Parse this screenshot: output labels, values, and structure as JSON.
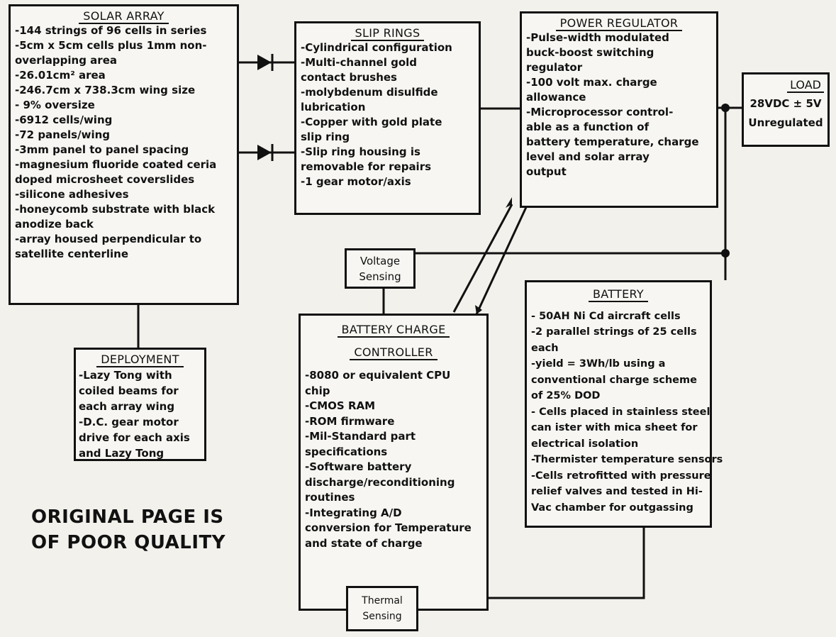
{
  "solar_array": {
    "title": "SOLAR ARRAY",
    "lines": [
      "-144 strings of 96 cells in series",
      "-5cm x 5cm cells plus 1mm non-",
      "overlapping area",
      "-26.01cm² area",
      "-246.7cm x 738.3cm wing size",
      "- 9% oversize",
      "-6912 cells/wing",
      "-72 panels/wing",
      "-3mm panel to panel spacing",
      "-magnesium fluoride coated ceria",
      "doped microsheet coverslides",
      "-silicone adhesives",
      "-honeycomb substrate with black",
      "anodize back",
      "-array housed perpendicular to",
      "satellite centerline"
    ]
  },
  "slip_rings": {
    "title": "SLIP RINGS",
    "lines": [
      "-Cylindrical configuration",
      "-Multi-channel gold",
      "contact brushes",
      "-molybdenum disulfide",
      "lubrication",
      "-Copper with gold plate",
      "slip ring",
      "-Slip ring housing is",
      "removable for repairs",
      "-1 gear motor/axis"
    ]
  },
  "power_regulator": {
    "title": "POWER REGULATOR",
    "lines": [
      "-Pulse-width modulated",
      "buck-boost switching",
      "regulator",
      "-100 volt max. charge",
      "allowance",
      "-Microprocessor control-",
      "able as a function of",
      "battery temperature, charge",
      "level and solar array",
      "output"
    ]
  },
  "load": {
    "title": "LOAD",
    "line1": "28VDC ± 5V",
    "line2": "Unregulated"
  },
  "deployment": {
    "title": "DEPLOYMENT",
    "lines": [
      "-Lazy Tong with",
      "coiled beams for",
      "each array wing",
      "-D.C. gear motor",
      "drive for each axis",
      "and Lazy Tong"
    ]
  },
  "voltage_sensing": {
    "line1": "Voltage",
    "line2": "Sensing"
  },
  "battery_charge_controller": {
    "title1": "BATTERY CHARGE",
    "title2": "CONTROLLER",
    "lines": [
      "-8080 or equivalent CPU",
      "chip",
      "-CMOS RAM",
      "-ROM firmware",
      "-Mil-Standard part",
      "specifications",
      "-Software battery",
      "discharge/reconditioning",
      "routines",
      "-Integrating A/D",
      "conversion for Temperature",
      "and state of charge"
    ]
  },
  "battery": {
    "title": "BATTERY",
    "lines": [
      "- 50AH Ni Cd aircraft cells",
      "-2 parallel strings of 25 cells",
      "each",
      "-yield = 3Wh/lb using a",
      "conventional charge scheme",
      "of 25%  DOD",
      "- Cells placed in stainless steel",
      "can ister with mica sheet for",
      "electrical isolation",
      "-Thermister temperature sensors",
      "-Cells retrofitted with pressure",
      "relief valves and tested in Hi-",
      "Vac chamber for outgassing"
    ]
  },
  "thermal_sensing": {
    "line1": "Thermal",
    "line2": "Sensing"
  },
  "stamp": {
    "line1": "ORIGINAL PAGE IS",
    "line2": "OF POOR QUALITY"
  }
}
